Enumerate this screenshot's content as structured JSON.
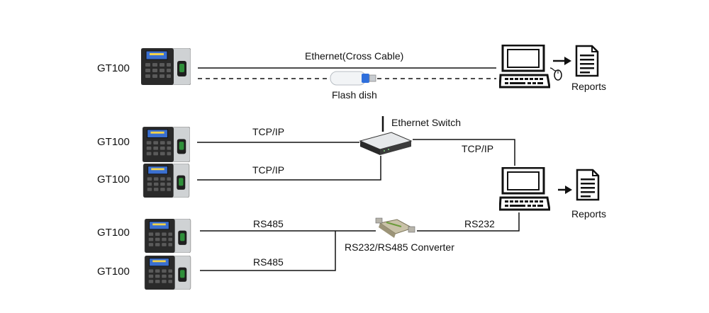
{
  "devices": {
    "d1": "GT100",
    "d2": "GT100",
    "d3": "GT100",
    "d4": "GT100",
    "d5": "GT100"
  },
  "links": {
    "ethernet_cross": "Ethernet(Cross Cable)",
    "flash": "Flash dish",
    "tcpip_1": "TCP/IP",
    "tcpip_2": "TCP/IP",
    "tcpip_switch_pc": "TCP/IP",
    "rs485_1": "RS485",
    "rs485_2": "RS485",
    "rs232": "RS232"
  },
  "nodes": {
    "switch": "Ethernet Switch",
    "converter": "RS232/RS485 Converter",
    "reports_top": "Reports",
    "reports_bottom": "Reports"
  },
  "colors": {
    "line": "#111111",
    "terminal_body": "#2a2a2a",
    "terminal_silver": "#cfd2d4",
    "screen": "#3a6fd0",
    "usb_cap": "#2f6fdc"
  }
}
